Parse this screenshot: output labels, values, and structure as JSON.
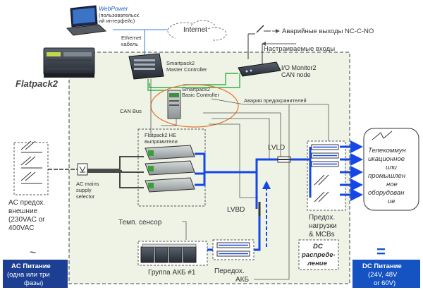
{
  "system": {
    "title_main": "Flatpack2",
    "title_sub": "System"
  },
  "webpower": {
    "title": "WebPower",
    "subtitle": "(пользовательск",
    "subtitle2": "ий интерфейс)"
  },
  "ethernet": {
    "line1": "Ethernet",
    "line2": "кабель"
  },
  "internet": {
    "label": "Internet"
  },
  "alarm_outputs": {
    "label": "Аварийные выходы NC-C-NO"
  },
  "config_inputs": {
    "label": "Настраиваемые входы"
  },
  "master": {
    "line1": "Smartpack2",
    "line2": "Master Controller"
  },
  "io_monitor": {
    "line1": "I/O Monitor2",
    "line2": "CAN node"
  },
  "basic": {
    "line1": "Smartpack2",
    "line2": "Basic Controller"
  },
  "fuse_alarm": {
    "label": "Авария предохранителей"
  },
  "can_bus": {
    "label": "CAN Bus"
  },
  "rectifiers": {
    "line1": "Flatpack2 HE",
    "line2": "выпрямители"
  },
  "lvld": {
    "label": "LVLD"
  },
  "lvbd": {
    "label": "LVBD"
  },
  "telecom": {
    "lines": [
      "Телекоммун",
      "икационное",
      "или",
      "промышлен",
      "ное",
      "оборудован",
      "ие"
    ]
  },
  "ac_inputs": {
    "lines": [
      "AC предох.",
      "внешние",
      "(230VAC or",
      "400VAC"
    ]
  },
  "ac_selector": {
    "lines": [
      "AC mains",
      "supply",
      "selector"
    ]
  },
  "temp_sensor": {
    "label": "Темп. сенсор"
  },
  "load_fuses": {
    "lines": [
      "Предох.",
      "нагрузки",
      "& MCBs"
    ]
  },
  "dc_distribution": {
    "lines": [
      "DC",
      "распреде-",
      "ление"
    ]
  },
  "battery_group": {
    "label": "Группа АКБ #1"
  },
  "battery_fuses": {
    "lines": [
      "Передох.",
      "АКБ"
    ]
  },
  "ac_power": {
    "symbol": "~",
    "lines": [
      "AC Питание",
      "(одна или три",
      "фазы)"
    ]
  },
  "dc_power": {
    "symbol": "=",
    "lines": [
      "DC Питание",
      "(24V, 48V",
      "or 60V)"
    ]
  },
  "colors": {
    "dc_line": "#1447e6",
    "ac_box": "#1c3f94",
    "dc_box": "#1553c2",
    "cabinet": "#eef3e6",
    "can_ellipse": "#e8742a",
    "green_bus": "#36b24a"
  }
}
